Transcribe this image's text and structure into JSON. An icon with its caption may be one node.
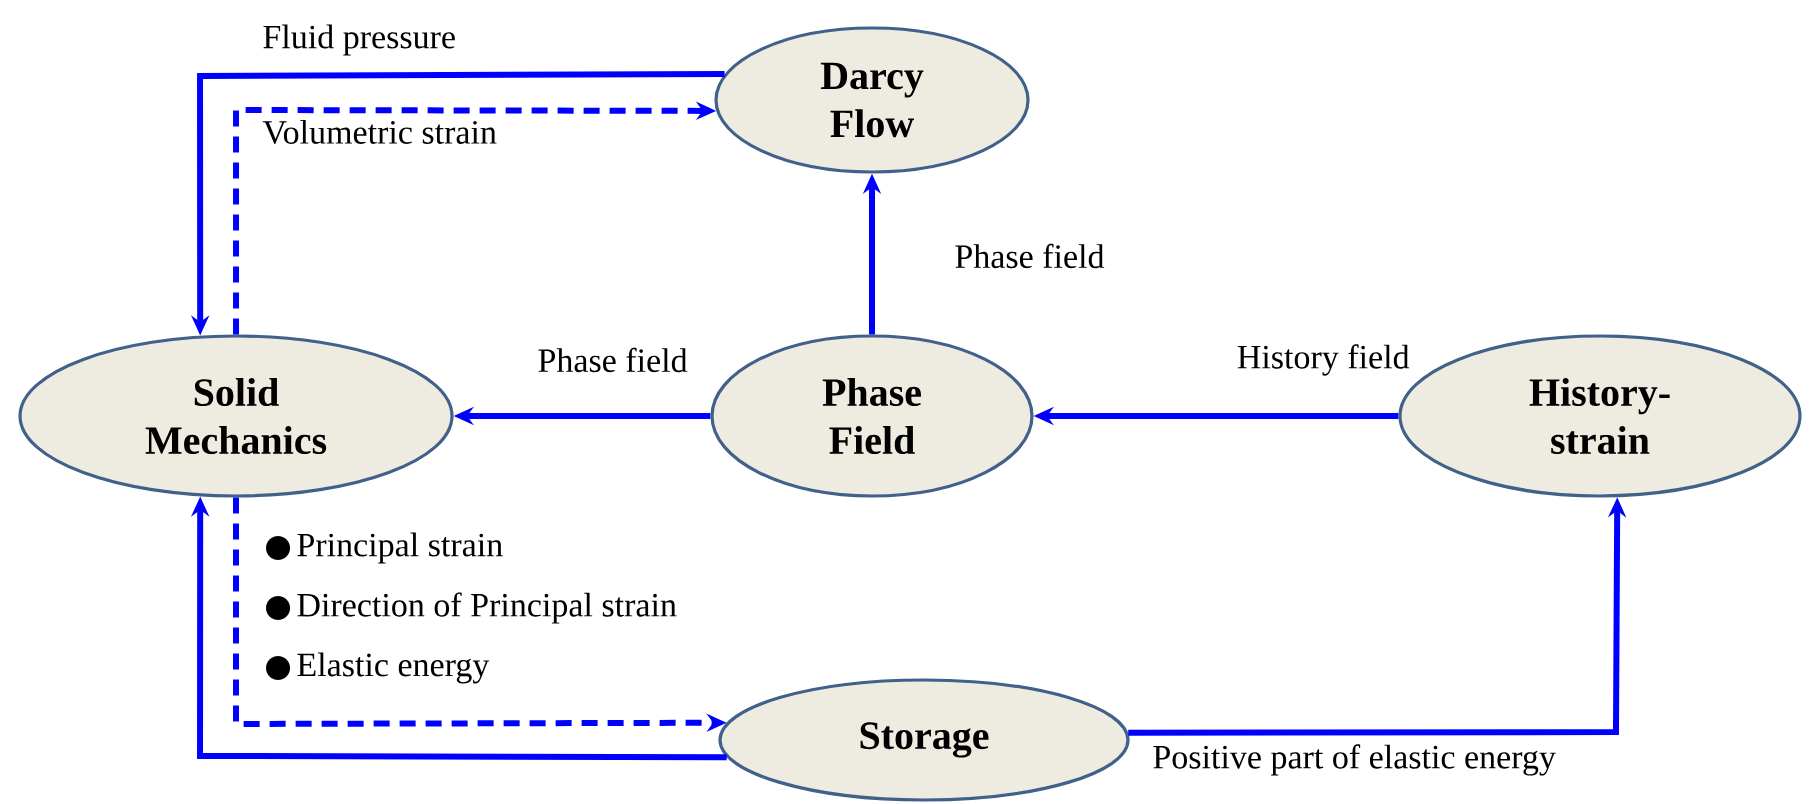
{
  "diagram": {
    "nodes": [
      {
        "text": [
          "Darcy Flow"
        ]
      },
      {
        "text": [
          "Solid Mechanics"
        ]
      },
      {
        "text": [
          "Phase Field"
        ]
      },
      {
        "text": [
          "History-strain"
        ]
      },
      {
        "text": [
          "Storage"
        ]
      }
    ],
    "edges": [
      {
        "from": 0,
        "to": 1,
        "arrow": "to",
        "label": "Fluid pressure"
      },
      {
        "from": 1,
        "to": 0,
        "arrow": "to",
        "label": "Volumetric strain",
        "style": "dashed"
      },
      {
        "from": 2,
        "to": 0,
        "arrow": "to",
        "label": "Phase field"
      },
      {
        "from": 2,
        "to": 1,
        "arrow": "to",
        "label": "Phase field"
      },
      {
        "from": 3,
        "to": 2,
        "arrow": "to",
        "label": "History field"
      },
      {
        "from": 4,
        "to": 3,
        "arrow": "to",
        "label": "Positive part of elastic energy"
      },
      {
        "from": 4,
        "to": 1,
        "arrow": "to"
      },
      {
        "from": 1,
        "to": 4,
        "arrow": "to",
        "style": "dashed"
      }
    ],
    "labels": [
      "Principal strain",
      "Direction of Principal strain",
      "Elastic energy"
    ]
  }
}
